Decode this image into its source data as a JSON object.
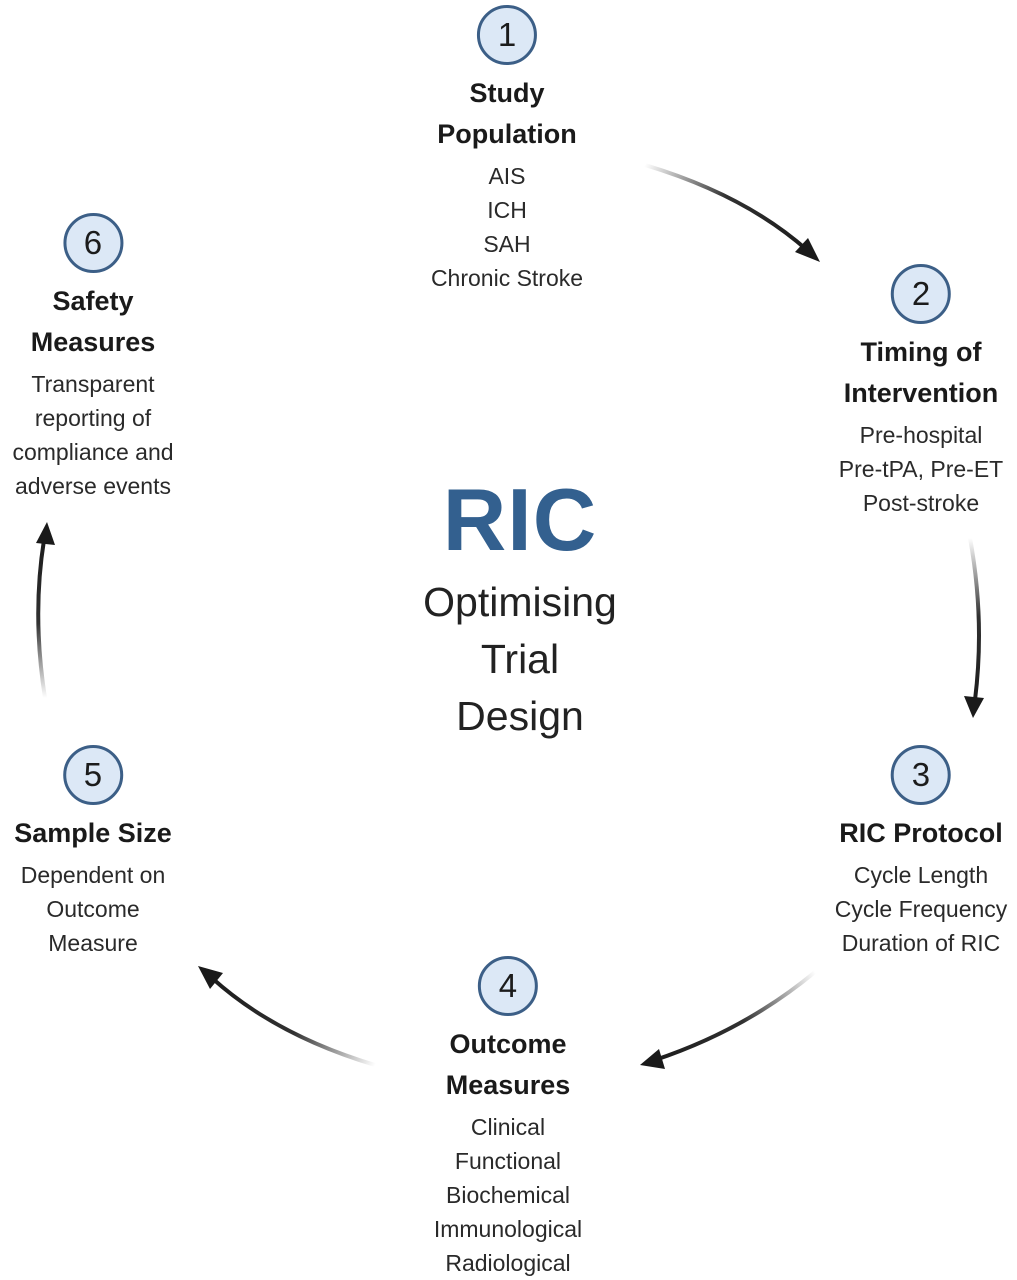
{
  "center": {
    "title": "RIC",
    "subtitle_lines": [
      "Optimising",
      "Trial",
      "Design"
    ]
  },
  "steps": [
    {
      "number": "1",
      "title_lines": [
        "Study",
        "Population"
      ],
      "items": [
        "AIS",
        "ICH",
        "SAH",
        "Chronic Stroke"
      ]
    },
    {
      "number": "2",
      "title_lines": [
        "Timing of",
        "Intervention"
      ],
      "items": [
        "Pre-hospital",
        "Pre-tPA, Pre-ET",
        "Post-stroke"
      ]
    },
    {
      "number": "3",
      "title_lines": [
        "RIC Protocol"
      ],
      "items": [
        "Cycle Length",
        "Cycle Frequency",
        "Duration of RIC"
      ]
    },
    {
      "number": "4",
      "title_lines": [
        "Outcome",
        "Measures"
      ],
      "items": [
        "Clinical",
        "Functional",
        "Biochemical",
        "Immunological",
        "Radiological"
      ]
    },
    {
      "number": "5",
      "title_lines": [
        "Sample Size"
      ],
      "items": [
        "Dependent on",
        "Outcome",
        "Measure"
      ]
    },
    {
      "number": "6",
      "title_lines": [
        "Safety",
        "Measures"
      ],
      "items": [
        "Transparent",
        "reporting of",
        "compliance and",
        "adverse events"
      ]
    }
  ],
  "colors": {
    "accent": "#33608f",
    "circle_fill": "#dce8f6",
    "circle_border": "#3c5f87",
    "arrow": "#1a1a1a"
  }
}
